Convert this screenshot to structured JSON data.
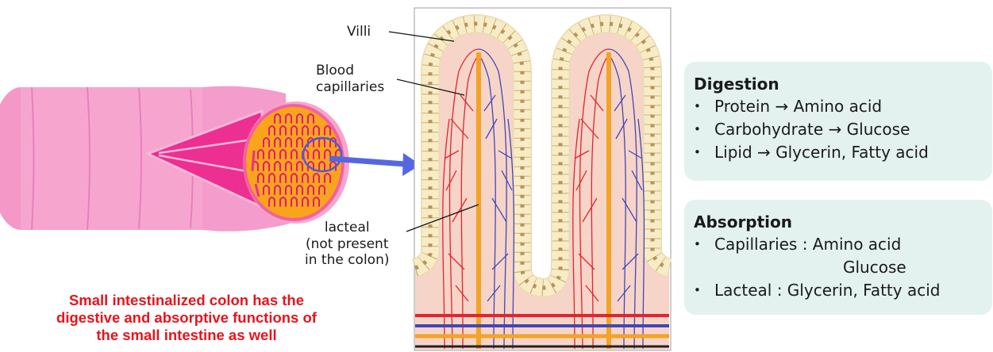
{
  "labels": {
    "villi": "Villi",
    "blood_capillaries": [
      "Blood",
      "capillaries"
    ],
    "lacteal": [
      "lacteal",
      "(not present",
      "in the colon)"
    ]
  },
  "caption": [
    "Small intestinalized colon has the",
    "digestive and absorptive functions of",
    "the small intestine as well"
  ],
  "digestion": {
    "title": "Digestion",
    "items": [
      "Protein → Amino acid",
      "Carbohydrate → Glucose",
      "Lipid → Glycerin, Fatty acid"
    ]
  },
  "absorption": {
    "title": "Absorption",
    "items": [
      "Capillaries : Amino acid",
      "Lacteal : Glycerin, Fatty acid"
    ],
    "continuation": "Glucose"
  },
  "colors": {
    "intestine": "#f6a5cf",
    "villi_fill": "#f7d4c8",
    "epithelium": "#f7ecc6",
    "artery": "#e0252e",
    "vein": "#4148b5",
    "lacteal": "#f3a326",
    "arrow": "#5567e0",
    "caption": "#e8141c",
    "panel": "#e3f2ef"
  }
}
